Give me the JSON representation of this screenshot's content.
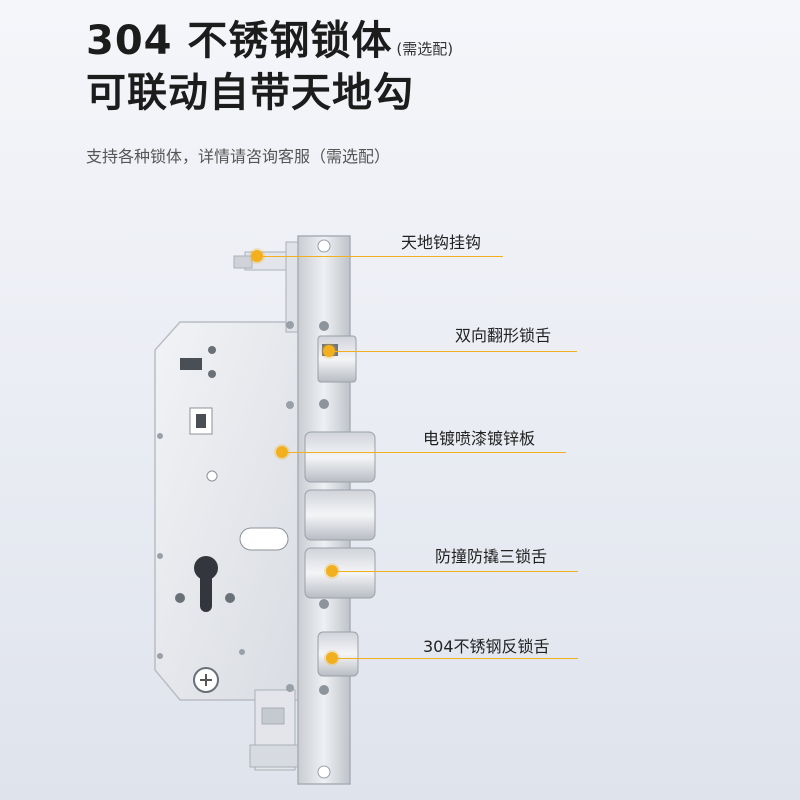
{
  "header": {
    "title_line1": "304 不锈钢锁体",
    "title_note": "(需选配)",
    "title_line2": "可联动自带天地勾",
    "subtitle": "支持各种锁体，详情请咨询客服（需选配）"
  },
  "callouts": [
    {
      "label": "天地钩挂钩"
    },
    {
      "label": "双向翻形锁舌"
    },
    {
      "label": "电镀喷漆镀锌板"
    },
    {
      "label": "防撞防撬三锁舌"
    },
    {
      "label": "304不锈钢反锁舌"
    }
  ],
  "colors": {
    "accent": "#f2b01e",
    "title": "#1c1c1c",
    "plate": "#e6e8ec",
    "faceplate": "#dcdfe4"
  }
}
